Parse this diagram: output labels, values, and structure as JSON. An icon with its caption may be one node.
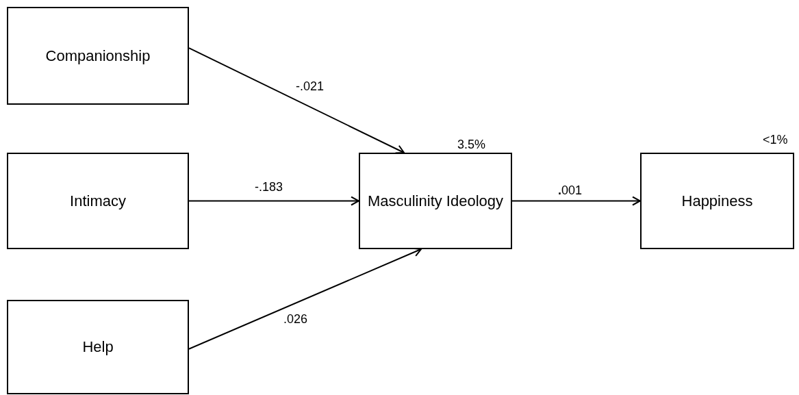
{
  "diagram": {
    "nodes": [
      {
        "text": [
          "Companionship"
        ]
      },
      {
        "text": [
          "Intimacy"
        ]
      },
      {
        "text": [
          "Help"
        ]
      },
      {
        "text": [
          "Masculinity Ideology"
        ],
        "beside": [
          "3.5%"
        ]
      },
      {
        "text": [
          "Happiness"
        ],
        "beside": [
          "<1%"
        ]
      }
    ],
    "edges": [
      {
        "from": 0,
        "to": 3,
        "arrow": "to",
        "label": "-.021"
      },
      {
        "from": 1,
        "to": 3,
        "arrow": "to",
        "label": "-.183"
      },
      {
        "from": 2,
        "to": 3,
        "arrow": "to",
        "label": ".026"
      },
      {
        "from": 3,
        "to": 4,
        "arrow": "to",
        "label": "**.**001"
      }
    ]
  }
}
